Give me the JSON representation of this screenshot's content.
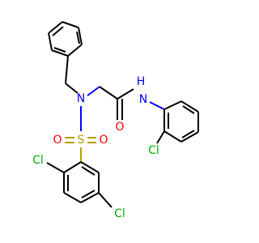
{
  "colors": {
    "carbon": "#000000",
    "nitrogen": "#0000ff",
    "oxygen": "#ff0000",
    "sulfur": "#b8a000",
    "chlorine": "#00b000"
  },
  "atoms": {
    "n_sulfonamide": "N",
    "n_amide_h": "H",
    "n_amide": "N",
    "o_carbonyl": "O",
    "s": "S",
    "o_s_left": "O",
    "o_s_right": "O",
    "cl_ortho_anilide": "Cl",
    "cl_ring_2": "Cl",
    "cl_ring_5": "Cl"
  }
}
